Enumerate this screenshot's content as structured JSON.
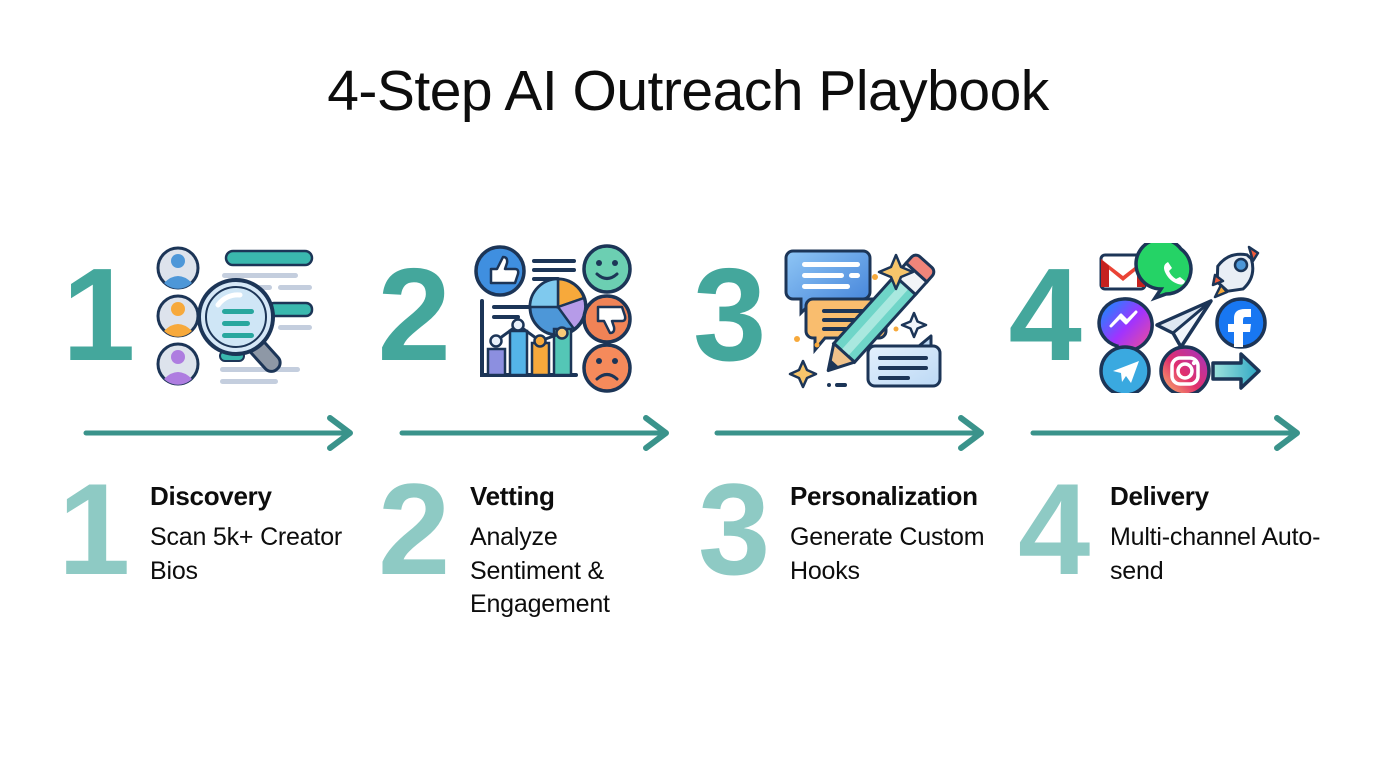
{
  "title": "4-Step AI Outreach Playbook",
  "theme": {
    "background": "#ffffff",
    "number_top_color": "#44a79c",
    "number_bottom_color": "#8ecac4",
    "arrow_color": "#3a938b",
    "text_color": "#0d0d0d"
  },
  "steps": [
    {
      "number": "1",
      "title": "Discovery",
      "description": "Scan 5k+ Creator Bios",
      "icon_name": "discovery-search-icon",
      "icon_parts": [
        "avatar-blue",
        "avatar-orange",
        "avatar-purple",
        "profile-text-lines",
        "magnifying-glass"
      ]
    },
    {
      "number": "2",
      "title": "Vetting",
      "description": "Analyze Sentiment & Engagement",
      "icon_name": "vetting-analytics-icon",
      "icon_parts": [
        "thumbs-up",
        "pie-chart",
        "bar-chart",
        "line-graph",
        "happy-face",
        "thumbs-down",
        "sad-face"
      ]
    },
    {
      "number": "3",
      "title": "Personalization",
      "description": "Generate Custom Hooks",
      "icon_name": "personalization-writing-icon",
      "icon_parts": [
        "chat-bubble-blue",
        "chat-bubble-orange",
        "chat-bubble-lightblue",
        "pencil",
        "sparkles"
      ]
    },
    {
      "number": "4",
      "title": "Delivery",
      "description": "Multi-channel Auto-send",
      "icon_name": "delivery-channels-icon",
      "icon_parts": [
        "gmail",
        "whatsapp",
        "rocket",
        "messenger",
        "paper-plane",
        "facebook",
        "telegram",
        "instagram",
        "send-arrow"
      ]
    }
  ],
  "arrows": [
    {
      "name": "flow-arrow-1"
    },
    {
      "name": "flow-arrow-2"
    },
    {
      "name": "flow-arrow-3"
    },
    {
      "name": "flow-arrow-4"
    }
  ]
}
